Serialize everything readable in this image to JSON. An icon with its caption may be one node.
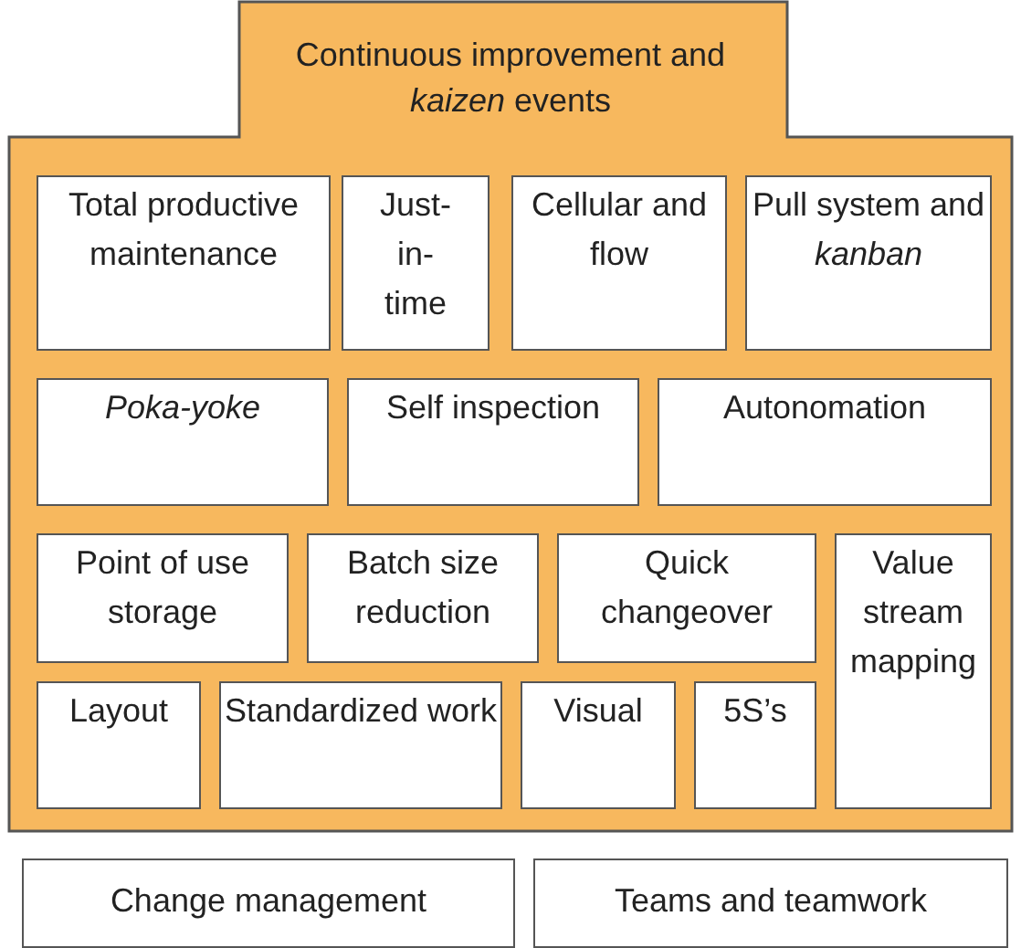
{
  "diagram": {
    "nodes": [
      {
        "text": [
          "Continuous improvement and *kaizen* events"
        ]
      },
      {
        "text": [
          "Total productive maintenance"
        ],
        "in": 0
      },
      {
        "text": [
          "Just-in-time"
        ],
        "in": 0
      },
      {
        "text": [
          "Cellular and flow"
        ],
        "in": 0
      },
      {
        "text": [
          "Pull system and *kanban*"
        ],
        "in": 0
      },
      {
        "text": [
          "Poka-yoke"
        ],
        "in": 0
      },
      {
        "text": [
          "Self inspection"
        ],
        "in": 0
      },
      {
        "text": [
          "Autonomation"
        ],
        "in": 0
      },
      {
        "text": [
          "Point of use storage"
        ],
        "in": 0
      },
      {
        "text": [
          "Batch size reduction"
        ],
        "in": 0
      },
      {
        "text": [
          "Quick changeover"
        ],
        "in": 0
      },
      {
        "text": [
          "Value stream mapping"
        ],
        "in": 0
      },
      {
        "text": [
          "Layout"
        ],
        "in": 0
      },
      {
        "text": [
          "Standardized work"
        ],
        "in": 0
      },
      {
        "text": [
          "Visual"
        ],
        "in": 0
      },
      {
        "text": [
          "5S’s"
        ],
        "in": 0
      },
      {
        "text": [
          "Change management"
        ]
      },
      {
        "text": [
          "Teams and teamwork"
        ]
      }
    ]
  }
}
